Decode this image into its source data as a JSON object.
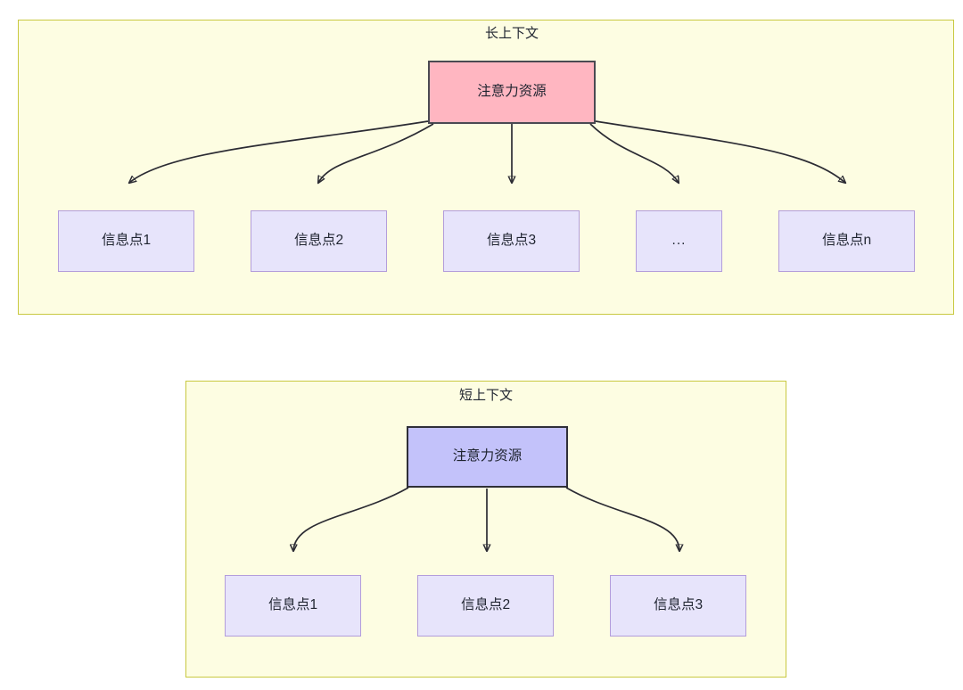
{
  "diagram": {
    "type": "tree-diagram",
    "background": "#ffffff",
    "panels": [
      {
        "id": "long-context",
        "title": "长上下文",
        "fill": "#fdfde2",
        "stroke": "#c8c840",
        "root": {
          "label": "注意力资源",
          "fill": "#ffb6c1",
          "stroke": "#4a4a52"
        },
        "children": [
          {
            "label": "信息点1"
          },
          {
            "label": "信息点2"
          },
          {
            "label": "信息点3"
          },
          {
            "label": "..."
          },
          {
            "label": "信息点n"
          }
        ],
        "child_style": {
          "fill": "#e7e4fb",
          "stroke": "#b39ddb"
        }
      },
      {
        "id": "short-context",
        "title": "短上下文",
        "fill": "#fdfde2",
        "stroke": "#c8c840",
        "root": {
          "label": "注意力资源",
          "fill": "#c3c2fa",
          "stroke": "#2f2f38"
        },
        "children": [
          {
            "label": "信息点1"
          },
          {
            "label": "信息点2"
          },
          {
            "label": "信息点3"
          }
        ],
        "child_style": {
          "fill": "#e7e4fb",
          "stroke": "#b39ddb"
        }
      }
    ]
  }
}
